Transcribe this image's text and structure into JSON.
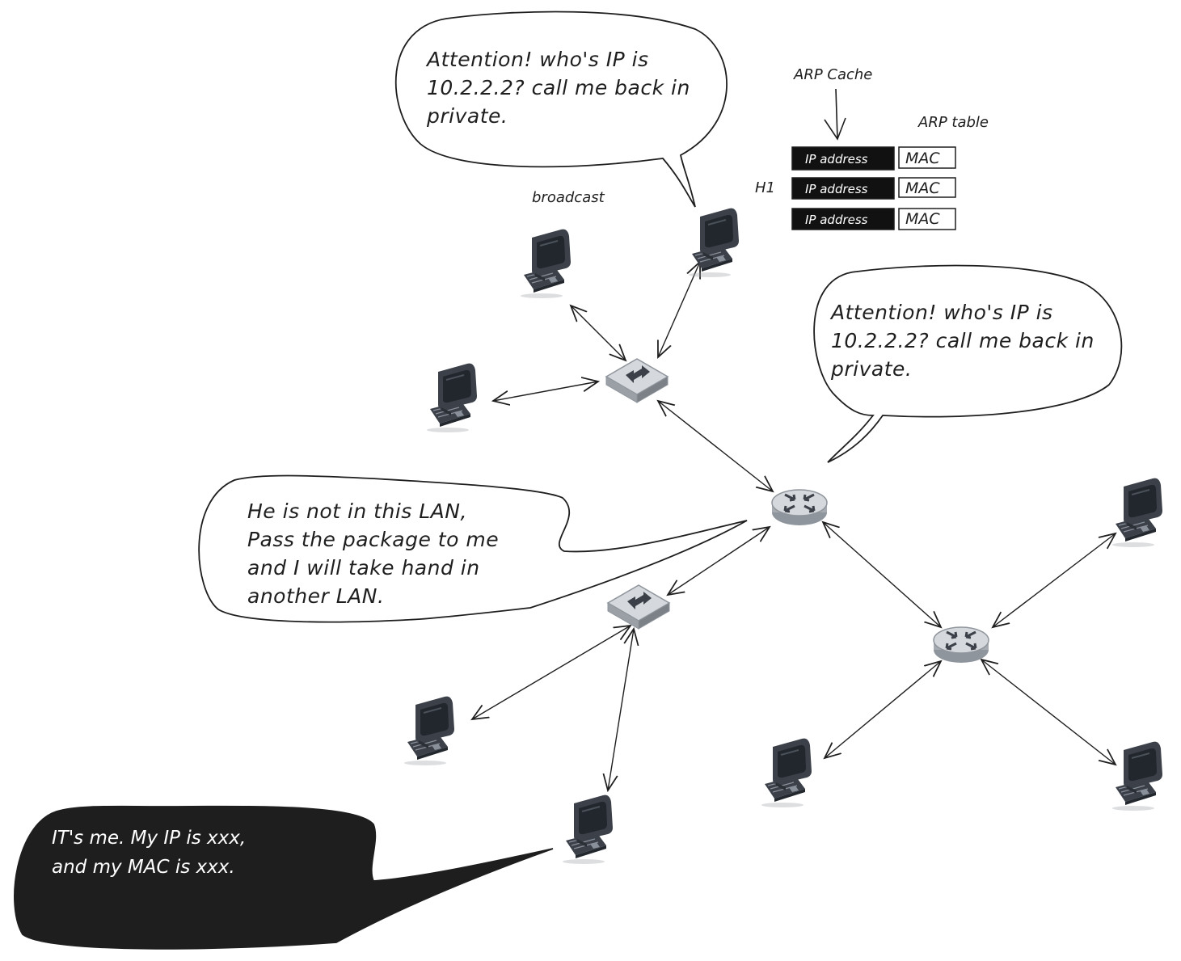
{
  "labels": {
    "arp_cache": "ARP Cache",
    "arp_table": "ARP table",
    "h1": "H1",
    "broadcast": "broadcast"
  },
  "arp_table": {
    "rows": [
      {
        "ip": "IP address",
        "mac": "MAC"
      },
      {
        "ip": "IP address",
        "mac": "MAC"
      },
      {
        "ip": "IP address",
        "mac": "MAC"
      }
    ]
  },
  "bubbles": {
    "top": [
      "Attention! who's IP is",
      "10.2.2.2? call me back in",
      "private."
    ],
    "right": [
      "Attention! who's IP is",
      "10.2.2.2? call me back in",
      "private."
    ],
    "router": [
      "He is not in this LAN,",
      "Pass the package to me",
      "and I will take hand in",
      "another LAN."
    ],
    "reply": [
      "IT's me. My IP is xxx,",
      "and my MAC is xxx."
    ]
  },
  "colors": {
    "stroke": "#1e1e1e",
    "device_dark": "#3b4049",
    "device_light": "#d5d8dc",
    "reply_fill": "#1e1e1e"
  }
}
